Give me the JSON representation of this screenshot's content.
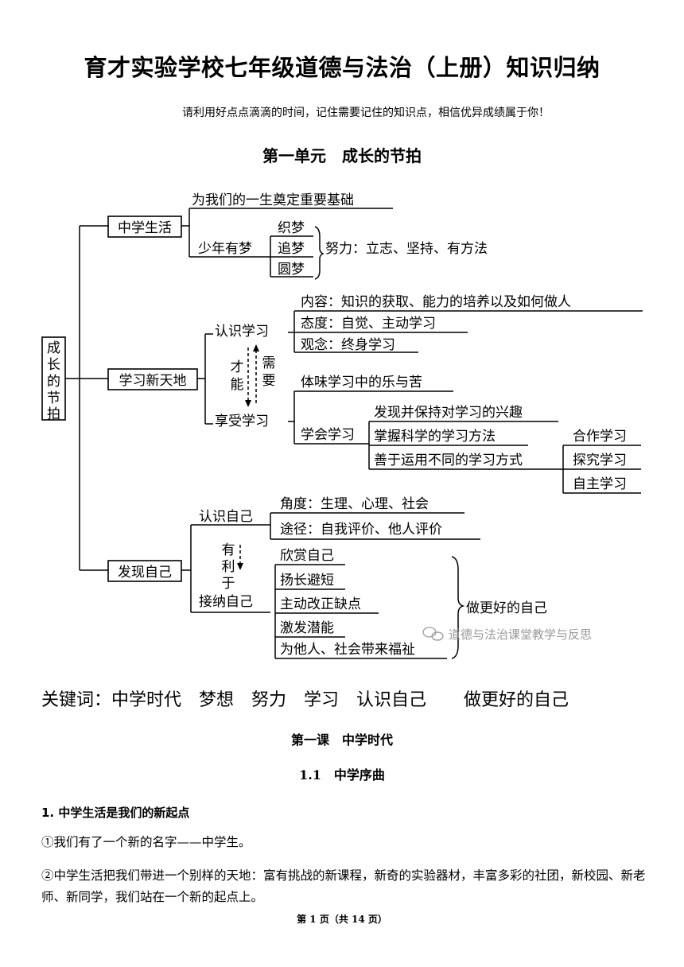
{
  "doc": {
    "title": "育才实验学校七年级道德与法治（上册）知识归纳",
    "subtitle": "请利用好点点滴滴的时间，记住需要记住的知识点，相信优异成绩属于你！",
    "unit_heading": "第一单元　成长的节拍"
  },
  "mindmap": {
    "root": [
      "成",
      "长",
      "的",
      "节",
      "拍"
    ],
    "b1": {
      "label": "中学生活",
      "c1": "为我们的一生奠定重要基础",
      "c2": "少年有梦",
      "dreams": [
        "织梦",
        "追梦",
        "圆梦"
      ],
      "effort": "努力：立志、坚持、有方法"
    },
    "b2": {
      "label": "学习新天地",
      "know": "认识学习",
      "know_items": [
        "内容：知识的获取、能力的培养以及如何做人",
        "态度：自觉、主动学习",
        "观念：终身学习"
      ],
      "left_arrow": [
        "才",
        "能"
      ],
      "right_arrow": [
        "需",
        "要"
      ],
      "enjoy": "享受学习",
      "taste": "体味学习中的乐与苦",
      "learn_to_learn": "学会学习",
      "ll_items": [
        "发现并保持对学习的兴趣",
        "掌握科学的学习方法",
        "善于运用不同的学习方式"
      ],
      "styles": [
        "合作学习",
        "探究学习",
        "自主学习"
      ]
    },
    "b3": {
      "label": "发现自己",
      "know_self": "认识自己",
      "ks_items": [
        "角度：生理、心理、社会",
        "途径：自我评价、他人评价"
      ],
      "arrow": [
        "有",
        "利",
        "于"
      ],
      "accept_self": "接纳自己",
      "as_items": [
        "欣赏自己",
        "扬长避短",
        "主动改正缺点",
        "激发潜能",
        "为他人、社会带来福祉"
      ],
      "better": "做更好的自己"
    },
    "watermark": "道德与法治课堂教学与反思"
  },
  "body": {
    "keywords": "关键词：中学时代　梦想　努力　学习　认识自己　 做更好的自己",
    "lesson": "第一课　中学时代",
    "section": "1.1　中学序曲",
    "h3": "1. 中学生活是我们的新起点",
    "p1": "①我们有了一个新的名字——中学生。",
    "p2": "②中学生活把我们带进一个别样的天地：富有挑战的新课程，新奇的实验器材，丰富多彩的社团，新校园、新老师、新同学，我们站在一个新的起点上。",
    "footer": "第 1 页（共 14 页）"
  }
}
